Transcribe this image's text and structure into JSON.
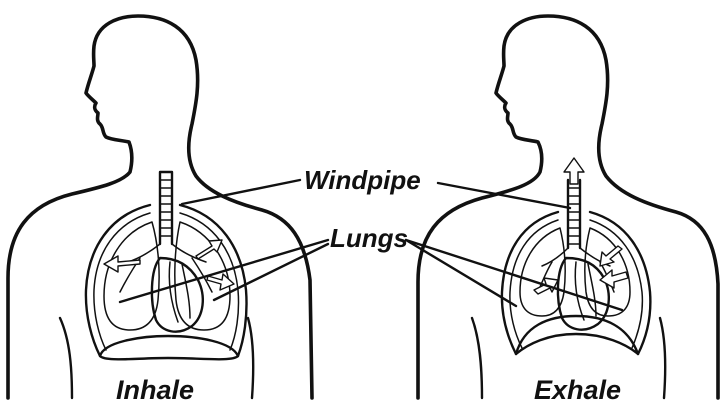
{
  "labels": {
    "windpipe": "Windpipe",
    "lungs": "Lungs",
    "inhale": "Inhale",
    "exhale": "Exhale"
  },
  "colors": {
    "ink": "#111111",
    "background": "#ffffff"
  }
}
